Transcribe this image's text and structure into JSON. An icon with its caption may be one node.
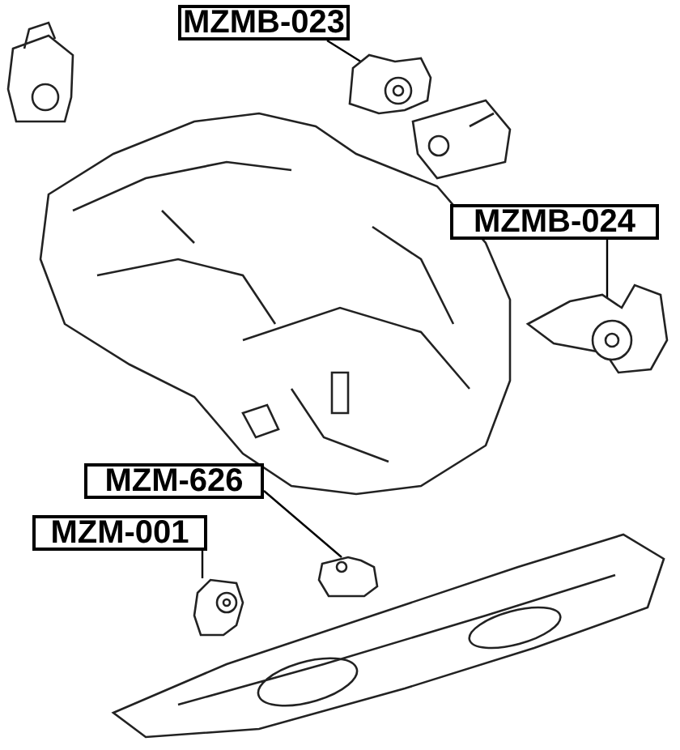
{
  "diagram": {
    "nodes": [
      {
        "text": [
          "MZMB-023"
        ]
      },
      {
        "text": [],
        "shape": "picture"
      },
      {
        "text": [
          "MZMB-024"
        ]
      },
      {
        "text": [],
        "shape": "picture"
      },
      {
        "text": [
          "MZM-626"
        ]
      },
      {
        "text": [],
        "shape": "picture"
      },
      {
        "text": [
          "MZM-001"
        ]
      },
      {
        "text": [],
        "shape": "picture"
      }
    ],
    "edges": [
      {
        "from": 0,
        "to": 1,
        "arrow": "none"
      },
      {
        "from": 2,
        "to": 3,
        "arrow": "none"
      },
      {
        "from": 4,
        "to": 5,
        "arrow": "none"
      },
      {
        "from": 6,
        "to": 7,
        "arrow": "none"
      }
    ]
  }
}
